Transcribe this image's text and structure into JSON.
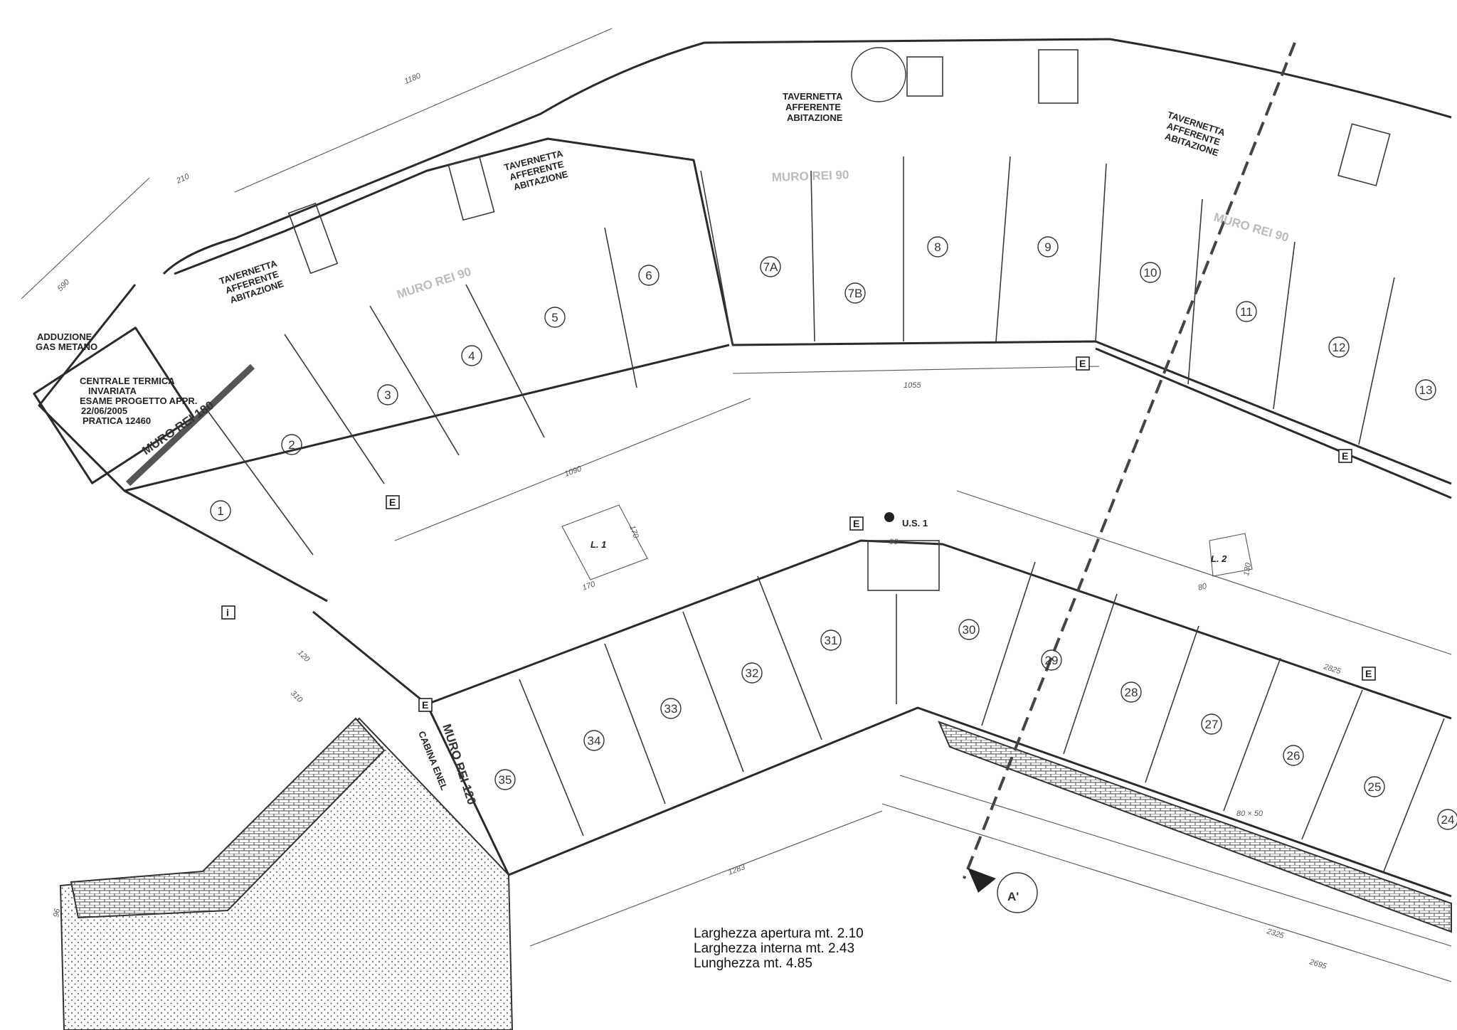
{
  "plan": {
    "garages": [
      {
        "n": "1"
      },
      {
        "n": "2"
      },
      {
        "n": "3"
      },
      {
        "n": "4"
      },
      {
        "n": "5"
      },
      {
        "n": "6"
      },
      {
        "n": "7A"
      },
      {
        "n": "7B"
      },
      {
        "n": "8"
      },
      {
        "n": "9"
      },
      {
        "n": "10"
      },
      {
        "n": "11"
      },
      {
        "n": "12"
      },
      {
        "n": "13"
      },
      {
        "n": "24"
      },
      {
        "n": "25"
      },
      {
        "n": "26"
      },
      {
        "n": "27"
      },
      {
        "n": "28"
      },
      {
        "n": "29"
      },
      {
        "n": "30"
      },
      {
        "n": "31"
      },
      {
        "n": "32"
      },
      {
        "n": "33"
      },
      {
        "n": "34"
      },
      {
        "n": "35"
      }
    ],
    "highlighted_garage": "33",
    "highlight_color": "#f5b400",
    "tavernetta_label": [
      "TAVERNETTA",
      "AFFERENTE",
      "ABITAZIONE"
    ],
    "centrale_termica": [
      "CENTRALE TERMICA",
      "INVARIATA",
      "ESAME PROGETTO APPR.",
      "22/06/2005",
      "PRATICA 12460"
    ],
    "adduzione": [
      "ADDUZIONE",
      "GAS METANO"
    ],
    "muro_rei_180": "MURO REI 180",
    "muro_rei_90": "MURO REI 90",
    "muro_rei_120": "MURO REI 120",
    "cabina_enel": "CABINA ENEL",
    "us1": "U.S. 1",
    "l1": "L. 1",
    "l2": "L. 2",
    "section": "A'",
    "e_marker": "E",
    "i_marker": "i",
    "dimensions": [
      "1180",
      "210",
      "590",
      "1090",
      "1055",
      "170",
      "170",
      "90",
      "130",
      "80",
      "2825",
      "1283",
      "2325",
      "2695",
      "120",
      "310",
      "96",
      "80 × 50"
    ]
  },
  "note": {
    "line1": "Larghezza apertura mt. 2.10",
    "line2": "Larghezza interna mt. 2.43",
    "line3": "Lunghezza mt. 4.85"
  }
}
